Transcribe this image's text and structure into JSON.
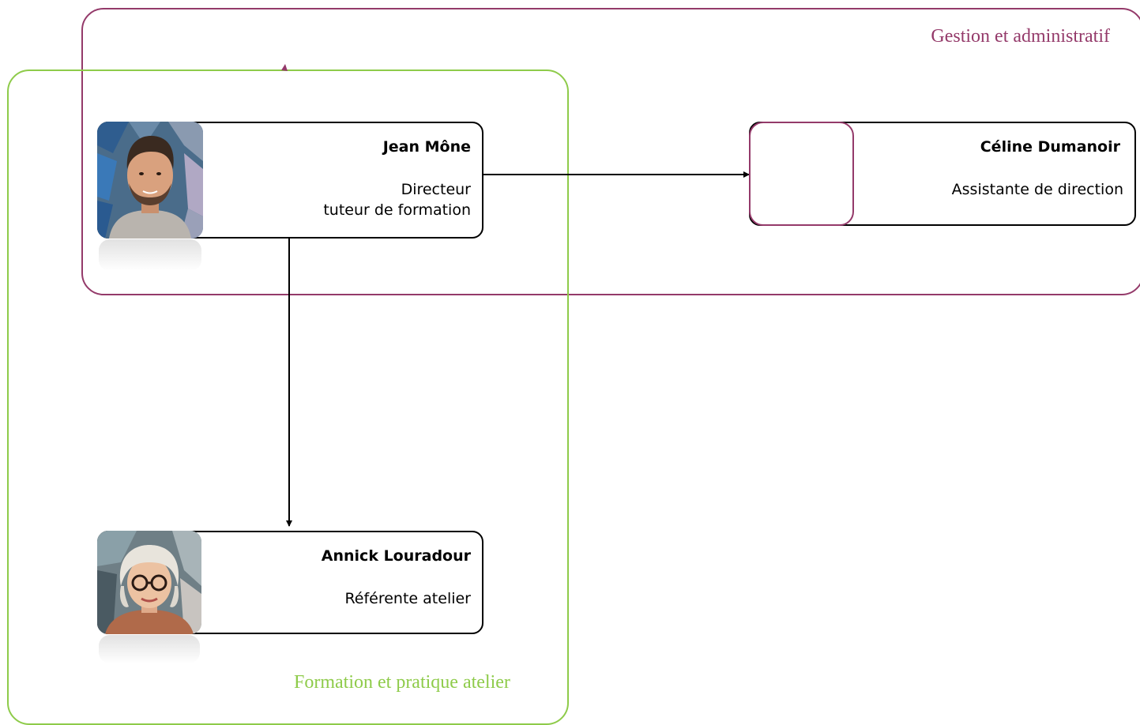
{
  "groups": {
    "gestion": {
      "title": "Gestion et administratif",
      "color": "#943a6a"
    },
    "formation": {
      "title": "Formation et pratique atelier",
      "color": "#8ecb4a"
    }
  },
  "people": {
    "jean": {
      "name": "Jean Mône",
      "role_line1": "Directeur",
      "role_line2": "tuteur de formation",
      "photo": "portrait-man-photo"
    },
    "celine": {
      "name": "Céline Dumanoir",
      "role": "Assistante de direction",
      "photo": "empty-photo-placeholder"
    },
    "annick": {
      "name": "Annick Louradour",
      "role": "Référente atelier",
      "photo": "portrait-woman-photo"
    }
  },
  "connectors": [
    {
      "from": "jean",
      "to": "celine",
      "direction": "right"
    },
    {
      "from": "jean",
      "to": "annick",
      "direction": "down"
    }
  ]
}
